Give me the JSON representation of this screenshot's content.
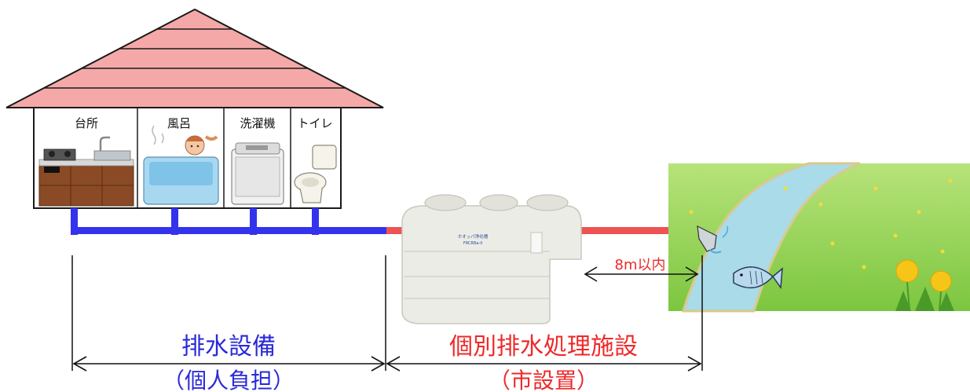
{
  "house": {
    "rooms": [
      {
        "label": "台所",
        "icon": "kitchen-icon"
      },
      {
        "label": "風呂",
        "icon": "bath-icon"
      },
      {
        "label": "洗濯機",
        "icon": "washing-machine-icon"
      },
      {
        "label": "トイレ",
        "icon": "toilet-icon"
      }
    ]
  },
  "tank": {
    "label_line1": "ホオッパ浄化槽",
    "label_line2": "FRCRBa-II"
  },
  "distance": {
    "label": "8m以内"
  },
  "sections": {
    "left_title": "排水設備",
    "left_sub": "（個人負担）",
    "right_title": "個別排水処理施設",
    "right_sub": "（市設置）"
  },
  "colors": {
    "roof": "#f4a9a8",
    "roof_stroke": "#1a1a1a",
    "pipe_blue": "#3333ee",
    "pipe_red": "#ef5353",
    "left_text": "#2a2ad8",
    "right_text": "#ee2a2a",
    "grass": "#8fd34a",
    "river": "#a9dbe8"
  }
}
